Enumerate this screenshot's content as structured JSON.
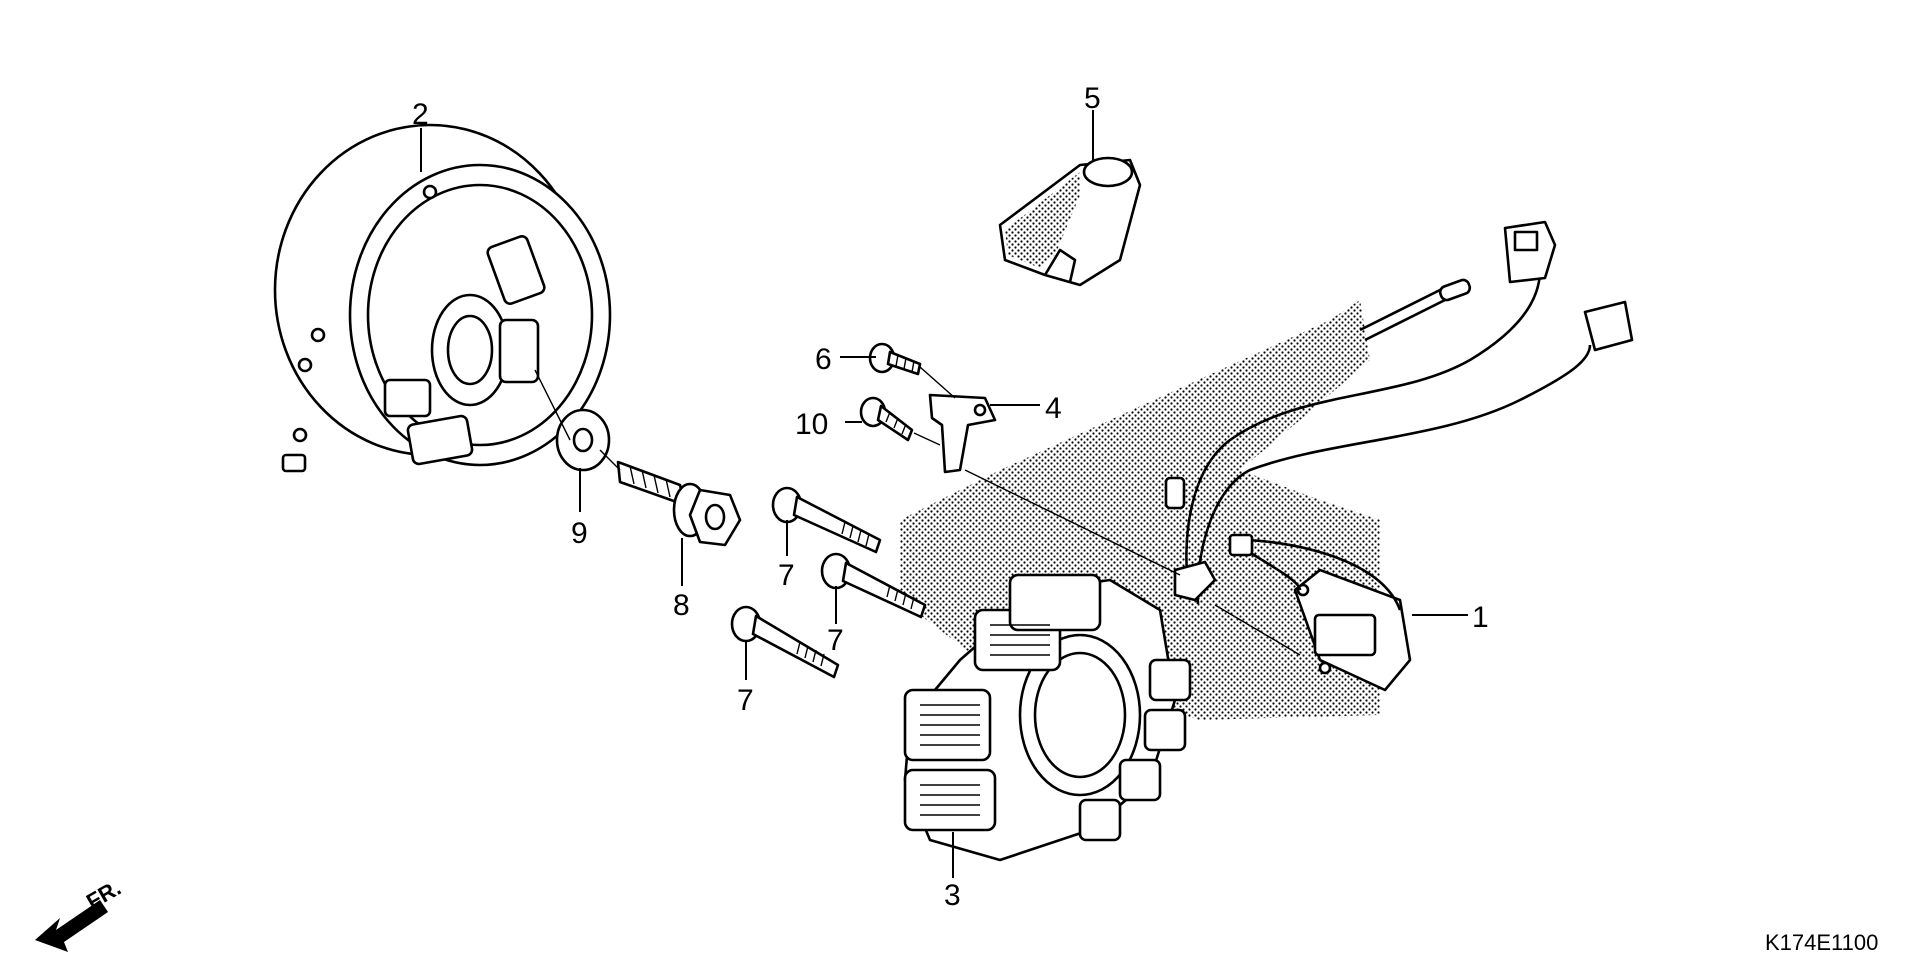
{
  "callouts": {
    "c1": "1",
    "c2": "2",
    "c3": "3",
    "c4": "4",
    "c5": "5",
    "c6": "6",
    "c7a": "7",
    "c7b": "7",
    "c7c": "7",
    "c8": "8",
    "c9": "9",
    "c10": "10"
  },
  "direction_label": "FR.",
  "diagram_code": "K174E1100"
}
